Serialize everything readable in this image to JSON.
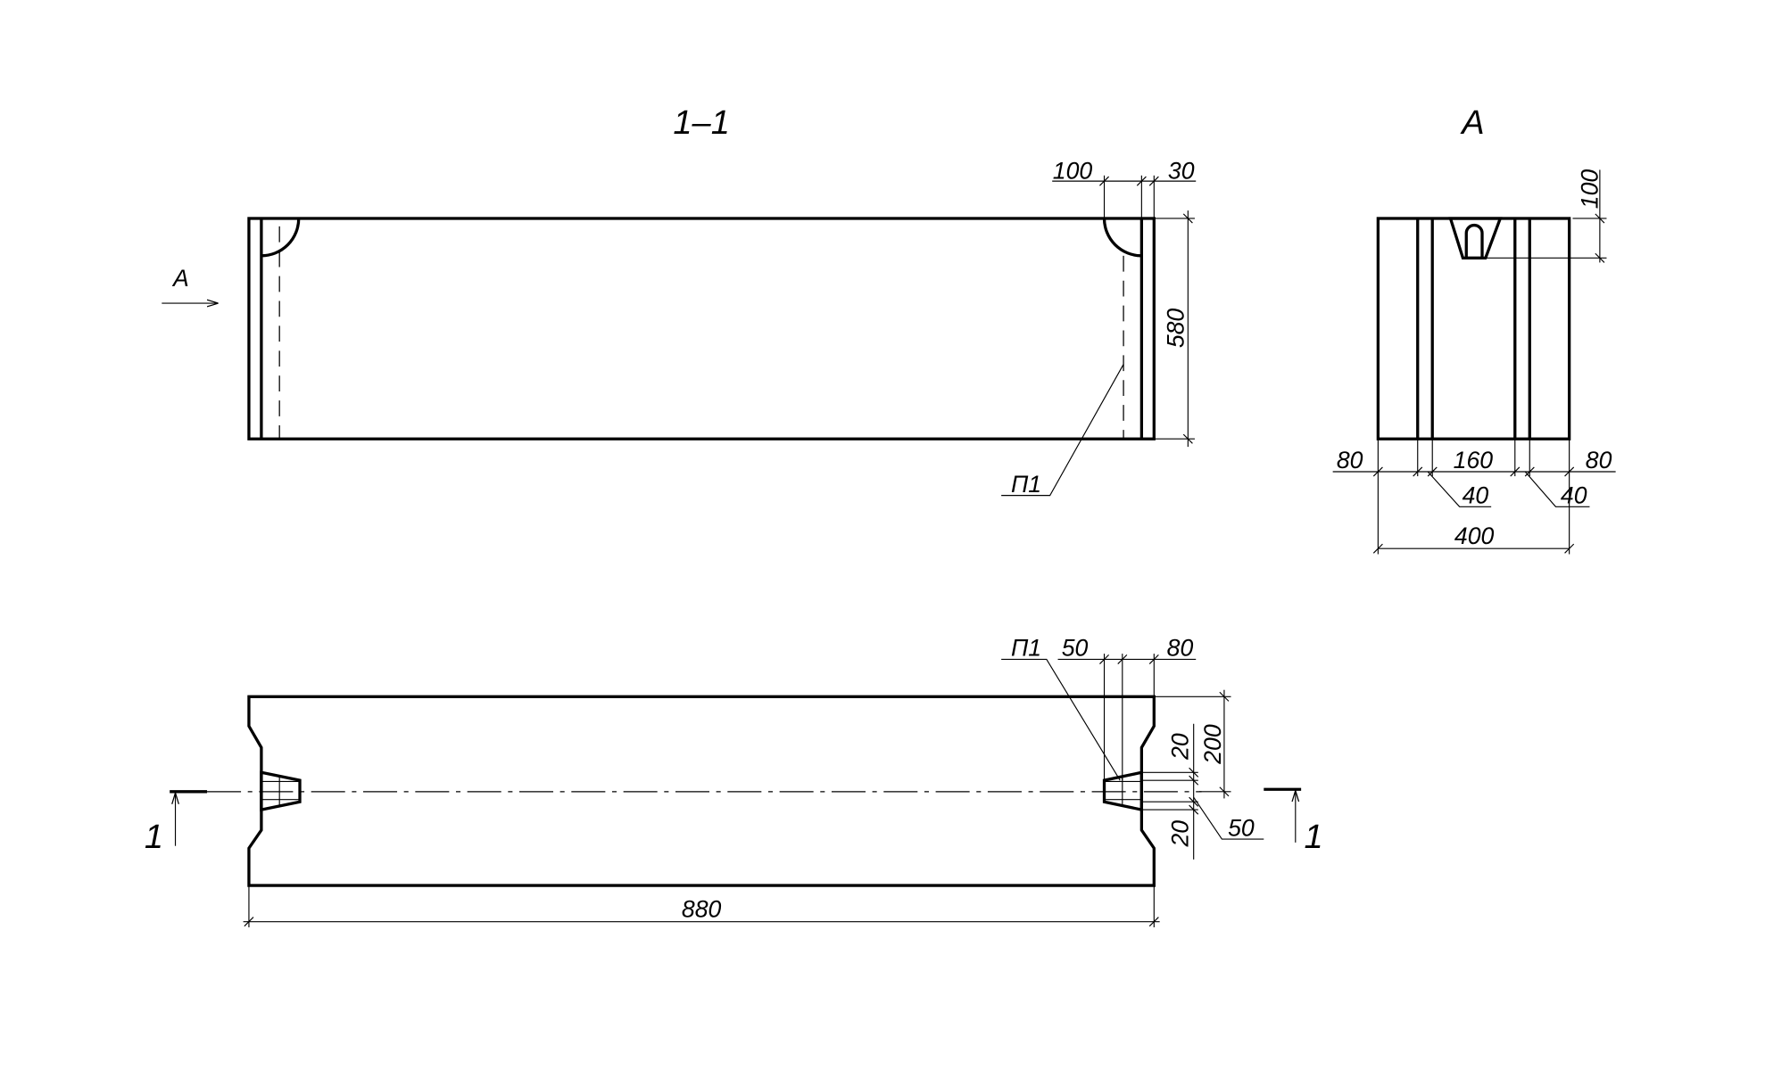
{
  "titles": {
    "section": "1–1",
    "view": "А"
  },
  "view_arrow_label": "А",
  "section_marks": {
    "left": "1",
    "right": "1"
  },
  "section_view": {
    "dim_top_left": "100",
    "dim_top_right": "30",
    "dim_height": "580",
    "leader": "П1"
  },
  "end_view": {
    "dim_slot_depth": "100",
    "dim_left": "80",
    "dim_middle": "160",
    "dim_right": "80",
    "dim_groove_left": "40",
    "dim_groove_right": "40",
    "dim_total": "400"
  },
  "plan_view": {
    "leader": "П1",
    "dim_insert": "50",
    "dim_edge": "80",
    "dim_half_height": "200",
    "dim_upper_step": "20",
    "dim_lower_step": "20",
    "dim_insert_height": "50",
    "dim_length": "880"
  }
}
